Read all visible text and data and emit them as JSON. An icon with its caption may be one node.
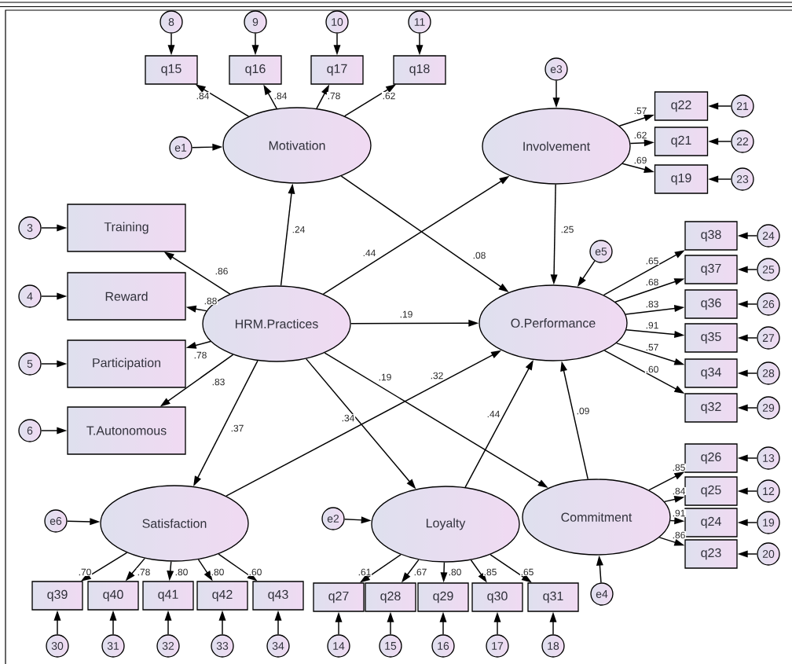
{
  "diagram": {
    "nodes": [
      {
        "text": [
          "Motivation"
        ]
      },
      {
        "text": [
          "Involvement"
        ]
      },
      {
        "text": [
          "HRM.Practices"
        ]
      },
      {
        "text": [
          "O.Performance"
        ]
      },
      {
        "text": [
          "Satisfaction"
        ]
      },
      {
        "text": [
          "Loyalty"
        ]
      },
      {
        "text": [
          "Commitment"
        ]
      },
      {
        "text": [
          "q15"
        ]
      },
      {
        "text": [
          "q16"
        ]
      },
      {
        "text": [
          "q17"
        ]
      },
      {
        "text": [
          "q18"
        ]
      },
      {
        "text": [
          "q22"
        ]
      },
      {
        "text": [
          "q21"
        ]
      },
      {
        "text": [
          "q19"
        ]
      },
      {
        "text": [
          "Training"
        ]
      },
      {
        "text": [
          "Reward"
        ]
      },
      {
        "text": [
          "Participation"
        ]
      },
      {
        "text": [
          "T.Autonomous"
        ]
      },
      {
        "text": [
          "q38"
        ]
      },
      {
        "text": [
          "q37"
        ]
      },
      {
        "text": [
          "q36"
        ]
      },
      {
        "text": [
          "q35"
        ]
      },
      {
        "text": [
          "q34"
        ]
      },
      {
        "text": [
          "q32"
        ]
      },
      {
        "text": [
          "q26"
        ]
      },
      {
        "text": [
          "q25"
        ]
      },
      {
        "text": [
          "q24"
        ]
      },
      {
        "text": [
          "q23"
        ]
      },
      {
        "text": [
          "q39"
        ]
      },
      {
        "text": [
          "q40"
        ]
      },
      {
        "text": [
          "q41"
        ]
      },
      {
        "text": [
          "q42"
        ]
      },
      {
        "text": [
          "q43"
        ]
      },
      {
        "text": [
          "q27"
        ]
      },
      {
        "text": [
          "q28"
        ]
      },
      {
        "text": [
          "q29"
        ]
      },
      {
        "text": [
          "q30"
        ]
      },
      {
        "text": [
          "q31"
        ]
      },
      {
        "text": [
          "8"
        ]
      },
      {
        "text": [
          "9"
        ]
      },
      {
        "text": [
          "10"
        ]
      },
      {
        "text": [
          "11"
        ]
      },
      {
        "text": [
          "e1"
        ]
      },
      {
        "text": [
          "e3"
        ]
      },
      {
        "text": [
          "21"
        ]
      },
      {
        "text": [
          "22"
        ]
      },
      {
        "text": [
          "23"
        ]
      },
      {
        "text": [
          "3"
        ]
      },
      {
        "text": [
          "4"
        ]
      },
      {
        "text": [
          "5"
        ]
      },
      {
        "text": [
          "6"
        ]
      },
      {
        "text": [
          "e5"
        ]
      },
      {
        "text": [
          "24"
        ]
      },
      {
        "text": [
          "25"
        ]
      },
      {
        "text": [
          "26"
        ]
      },
      {
        "text": [
          "27"
        ]
      },
      {
        "text": [
          "28"
        ]
      },
      {
        "text": [
          "29"
        ]
      },
      {
        "text": [
          "13"
        ]
      },
      {
        "text": [
          "12"
        ]
      },
      {
        "text": [
          "19"
        ]
      },
      {
        "text": [
          "20"
        ]
      },
      {
        "text": [
          "e6"
        ]
      },
      {
        "text": [
          "e2"
        ]
      },
      {
        "text": [
          "e4"
        ]
      },
      {
        "text": [
          "30"
        ]
      },
      {
        "text": [
          "31"
        ]
      },
      {
        "text": [
          "32"
        ]
      },
      {
        "text": [
          "33"
        ]
      },
      {
        "text": [
          "34"
        ]
      },
      {
        "text": [
          "14"
        ]
      },
      {
        "text": [
          "15"
        ]
      },
      {
        "text": [
          "16"
        ]
      },
      {
        "text": [
          "17"
        ]
      },
      {
        "text": [
          "18"
        ]
      }
    ],
    "edges": [
      {
        "from": 2,
        "to": 0,
        "arrow": "to",
        "label": ".24"
      },
      {
        "from": 2,
        "to": 1,
        "arrow": "to",
        "label": ".44"
      },
      {
        "from": 0,
        "to": 3,
        "arrow": "to",
        "label": ".08"
      },
      {
        "from": 1,
        "to": 3,
        "arrow": "to",
        "label": ".25"
      },
      {
        "from": 2,
        "to": 3,
        "arrow": "to",
        "label": ".19"
      },
      {
        "from": 2,
        "to": 4,
        "arrow": "to",
        "label": ".37"
      },
      {
        "from": 2,
        "to": 5,
        "arrow": "to",
        "label": ".34"
      },
      {
        "from": 2,
        "to": 6,
        "arrow": "to",
        "label": ".19"
      },
      {
        "from": 4,
        "to": 3,
        "arrow": "to",
        "label": ".32"
      },
      {
        "from": 5,
        "to": 3,
        "arrow": "to",
        "label": ".44"
      },
      {
        "from": 6,
        "to": 3,
        "arrow": "to",
        "label": ".09"
      },
      {
        "from": 0,
        "to": 7,
        "arrow": "to",
        "label": ".84"
      },
      {
        "from": 0,
        "to": 8,
        "arrow": "to",
        "label": ".84"
      },
      {
        "from": 0,
        "to": 9,
        "arrow": "to",
        "label": ".78"
      },
      {
        "from": 0,
        "to": 10,
        "arrow": "to",
        "label": ".62"
      },
      {
        "from": 1,
        "to": 11,
        "arrow": "to",
        "label": ".57"
      },
      {
        "from": 1,
        "to": 12,
        "arrow": "to",
        "label": ".62"
      },
      {
        "from": 1,
        "to": 13,
        "arrow": "to",
        "label": ".69"
      },
      {
        "from": 2,
        "to": 14,
        "arrow": "to",
        "label": ".86"
      },
      {
        "from": 2,
        "to": 15,
        "arrow": "to",
        "label": ".88"
      },
      {
        "from": 2,
        "to": 16,
        "arrow": "to",
        "label": ".78"
      },
      {
        "from": 2,
        "to": 17,
        "arrow": "to",
        "label": ".83"
      },
      {
        "from": 3,
        "to": 18,
        "arrow": "to",
        "label": ".65"
      },
      {
        "from": 3,
        "to": 19,
        "arrow": "to",
        "label": ".68"
      },
      {
        "from": 3,
        "to": 20,
        "arrow": "to",
        "label": ".83"
      },
      {
        "from": 3,
        "to": 21,
        "arrow": "to",
        "label": ".91"
      },
      {
        "from": 3,
        "to": 22,
        "arrow": "to",
        "label": ".57"
      },
      {
        "from": 3,
        "to": 23,
        "arrow": "to",
        "label": ".60"
      },
      {
        "from": 6,
        "to": 24,
        "arrow": "to",
        "label": ".85"
      },
      {
        "from": 6,
        "to": 25,
        "arrow": "to",
        "label": ".84"
      },
      {
        "from": 6,
        "to": 26,
        "arrow": "to",
        "label": ".91"
      },
      {
        "from": 6,
        "to": 27,
        "arrow": "to",
        "label": ".86"
      },
      {
        "from": 4,
        "to": 28,
        "arrow": "to",
        "label": ".70"
      },
      {
        "from": 4,
        "to": 29,
        "arrow": "to",
        "label": ".78"
      },
      {
        "from": 4,
        "to": 30,
        "arrow": "to",
        "label": ".80"
      },
      {
        "from": 4,
        "to": 31,
        "arrow": "to",
        "label": ".80"
      },
      {
        "from": 4,
        "to": 32,
        "arrow": "to",
        "label": ".60"
      },
      {
        "from": 5,
        "to": 33,
        "arrow": "to",
        "label": ".61"
      },
      {
        "from": 5,
        "to": 34,
        "arrow": "to",
        "label": ".67"
      },
      {
        "from": 5,
        "to": 35,
        "arrow": "to",
        "label": ".80"
      },
      {
        "from": 5,
        "to": 36,
        "arrow": "to",
        "label": ".85"
      },
      {
        "from": 5,
        "to": 37,
        "arrow": "to",
        "label": ".65"
      },
      {
        "from": 38,
        "to": 7,
        "arrow": "to"
      },
      {
        "from": 39,
        "to": 8,
        "arrow": "to"
      },
      {
        "from": 40,
        "to": 9,
        "arrow": "to"
      },
      {
        "from": 41,
        "to": 10,
        "arrow": "to"
      },
      {
        "from": 42,
        "to": 0,
        "arrow": "to"
      },
      {
        "from": 43,
        "to": 1,
        "arrow": "to"
      },
      {
        "from": 44,
        "to": 11,
        "arrow": "to"
      },
      {
        "from": 45,
        "to": 12,
        "arrow": "to"
      },
      {
        "from": 46,
        "to": 13,
        "arrow": "to"
      },
      {
        "from": 47,
        "to": 14,
        "arrow": "to"
      },
      {
        "from": 48,
        "to": 15,
        "arrow": "to"
      },
      {
        "from": 49,
        "to": 16,
        "arrow": "to"
      },
      {
        "from": 50,
        "to": 17,
        "arrow": "to"
      },
      {
        "from": 51,
        "to": 3,
        "arrow": "to"
      },
      {
        "from": 52,
        "to": 18,
        "arrow": "to"
      },
      {
        "from": 53,
        "to": 19,
        "arrow": "to"
      },
      {
        "from": 54,
        "to": 20,
        "arrow": "to"
      },
      {
        "from": 55,
        "to": 21,
        "arrow": "to"
      },
      {
        "from": 56,
        "to": 22,
        "arrow": "to"
      },
      {
        "from": 57,
        "to": 23,
        "arrow": "to"
      },
      {
        "from": 58,
        "to": 24,
        "arrow": "to"
      },
      {
        "from": 59,
        "to": 25,
        "arrow": "to"
      },
      {
        "from": 60,
        "to": 26,
        "arrow": "to"
      },
      {
        "from": 61,
        "to": 27,
        "arrow": "to"
      },
      {
        "from": 62,
        "to": 4,
        "arrow": "to"
      },
      {
        "from": 63,
        "to": 5,
        "arrow": "to"
      },
      {
        "from": 64,
        "to": 6,
        "arrow": "to"
      },
      {
        "from": 65,
        "to": 28,
        "arrow": "to"
      },
      {
        "from": 66,
        "to": 29,
        "arrow": "to"
      },
      {
        "from": 67,
        "to": 30,
        "arrow": "to"
      },
      {
        "from": 68,
        "to": 31,
        "arrow": "to"
      },
      {
        "from": 69,
        "to": 32,
        "arrow": "to"
      },
      {
        "from": 70,
        "to": 33,
        "arrow": "to"
      },
      {
        "from": 71,
        "to": 34,
        "arrow": "to"
      },
      {
        "from": 72,
        "to": 35,
        "arrow": "to"
      },
      {
        "from": 73,
        "to": 36,
        "arrow": "to"
      },
      {
        "from": 74,
        "to": 37,
        "arrow": "to"
      }
    ]
  }
}
